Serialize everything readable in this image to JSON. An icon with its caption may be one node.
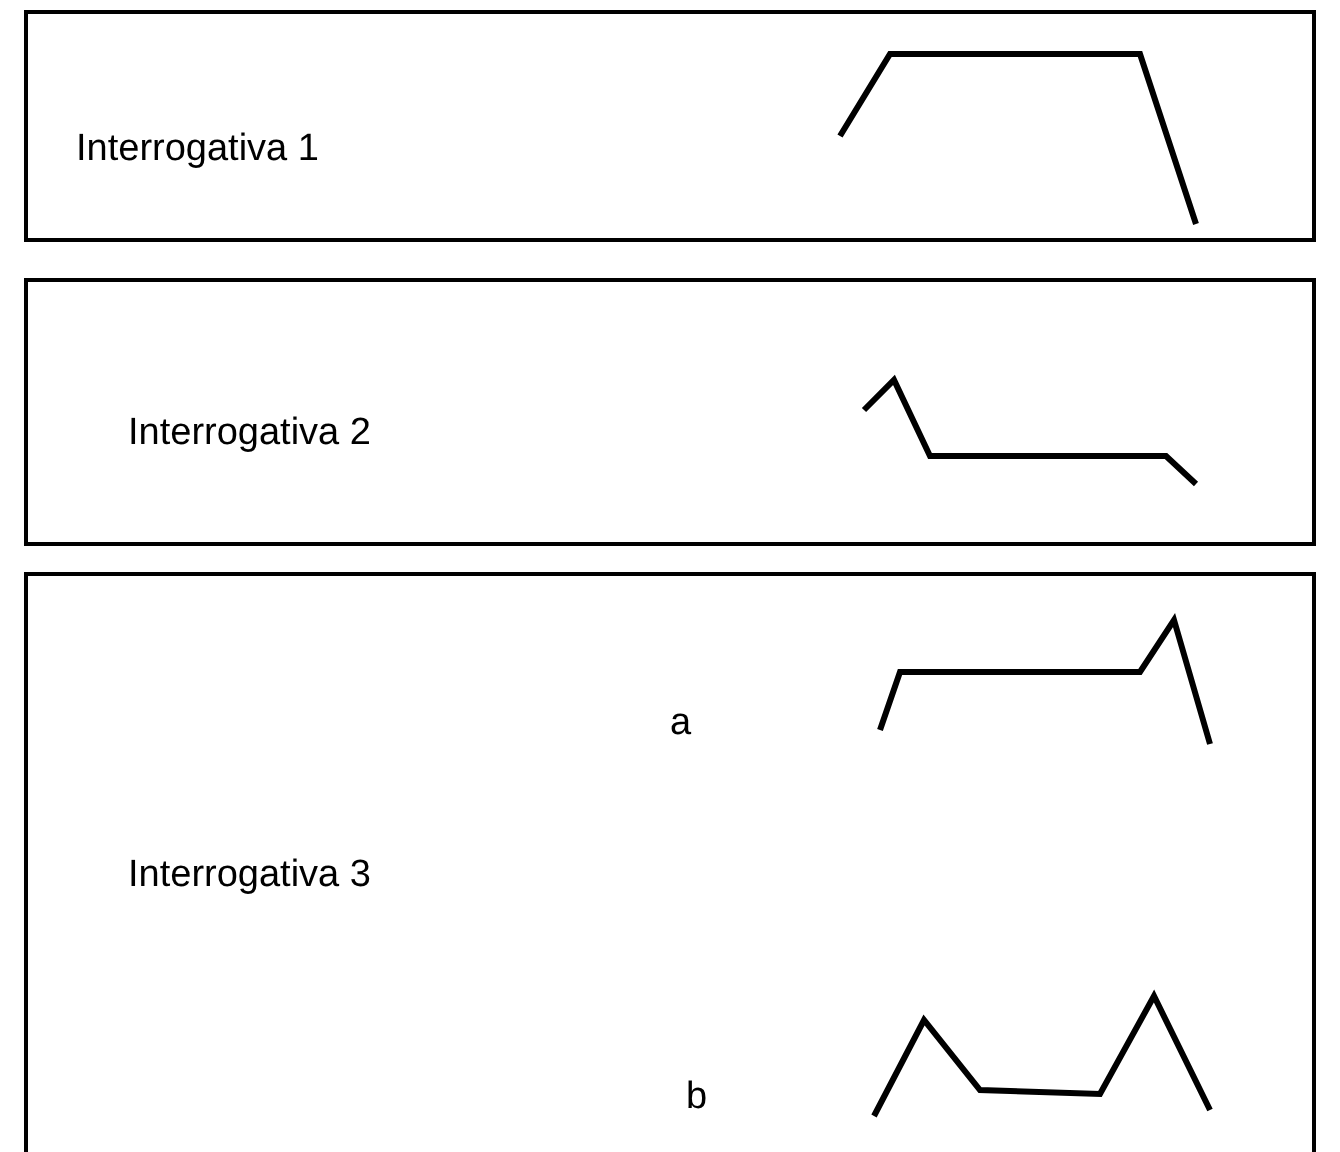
{
  "diagram": {
    "nodes": [
      {
        "text": [
          "Interrogativa 1"
        ]
      },
      {
        "text": [
          "Interrogativa 2"
        ]
      },
      {
        "text": [
          "Interrogativa 3"
        ]
      }
    ],
    "labels": [
      "a",
      "b"
    ]
  }
}
